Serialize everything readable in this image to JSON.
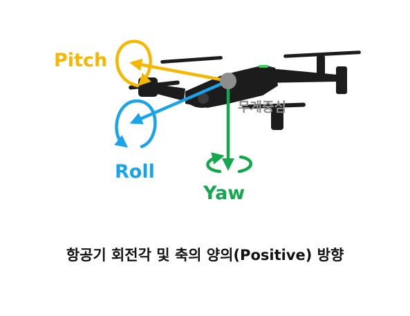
{
  "labels": {
    "pitch": "Pitch",
    "roll": "Roll",
    "yaw": "Yaw",
    "center_of_gravity": "무게중심"
  },
  "caption": "항공기 회전각 및 축의 양의(Positive) 방향",
  "colors": {
    "pitch": "#F5B700",
    "roll": "#1AA3E8",
    "yaw": "#14A84E",
    "center": "#8E8E8E",
    "cog_text": "#8A8A8A",
    "drone_body": "#1C1C1C",
    "caption": "#111111"
  },
  "icons": {
    "drone": "quadcopter-drone-icon",
    "pitch": "pitch-rotation-arrow-icon",
    "roll": "roll-rotation-arrow-icon",
    "yaw": "yaw-rotation-arrow-icon"
  }
}
